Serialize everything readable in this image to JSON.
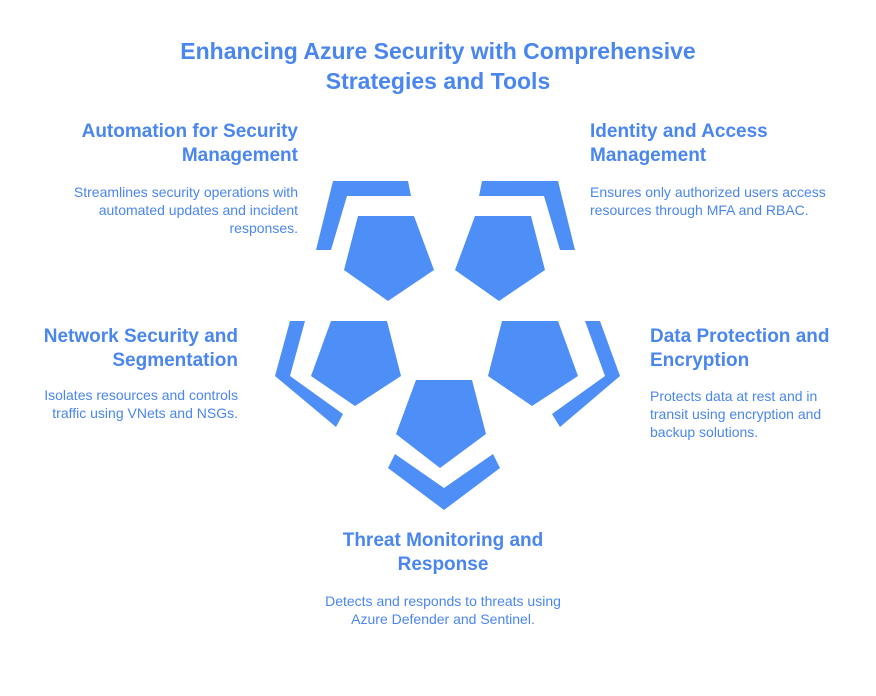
{
  "title": "Enhancing Azure Security with Comprehensive Strategies and Tools",
  "colors": {
    "accent": "#4a86f0",
    "heading": "#4a86f0",
    "text": "#4a86f0",
    "shape": "#4e8ff7"
  },
  "sections": {
    "automation": {
      "heading": "Automation for Security Management",
      "description": "Streamlines security operations with automated updates and incident responses."
    },
    "identity": {
      "heading": "Identity and Access Management",
      "description": "Ensures only authorized users access resources through MFA and RBAC."
    },
    "network": {
      "heading": "Network Security and Segmentation",
      "description": "Isolates resources and controls traffic using VNets and NSGs."
    },
    "data": {
      "heading": "Data Protection and Encryption",
      "description": "Protects data at rest and in transit using encryption and backup solutions."
    },
    "threat": {
      "heading": "Threat Monitoring and Response",
      "description": "Detects and responds to threats using Azure Defender and Sentinel."
    }
  }
}
